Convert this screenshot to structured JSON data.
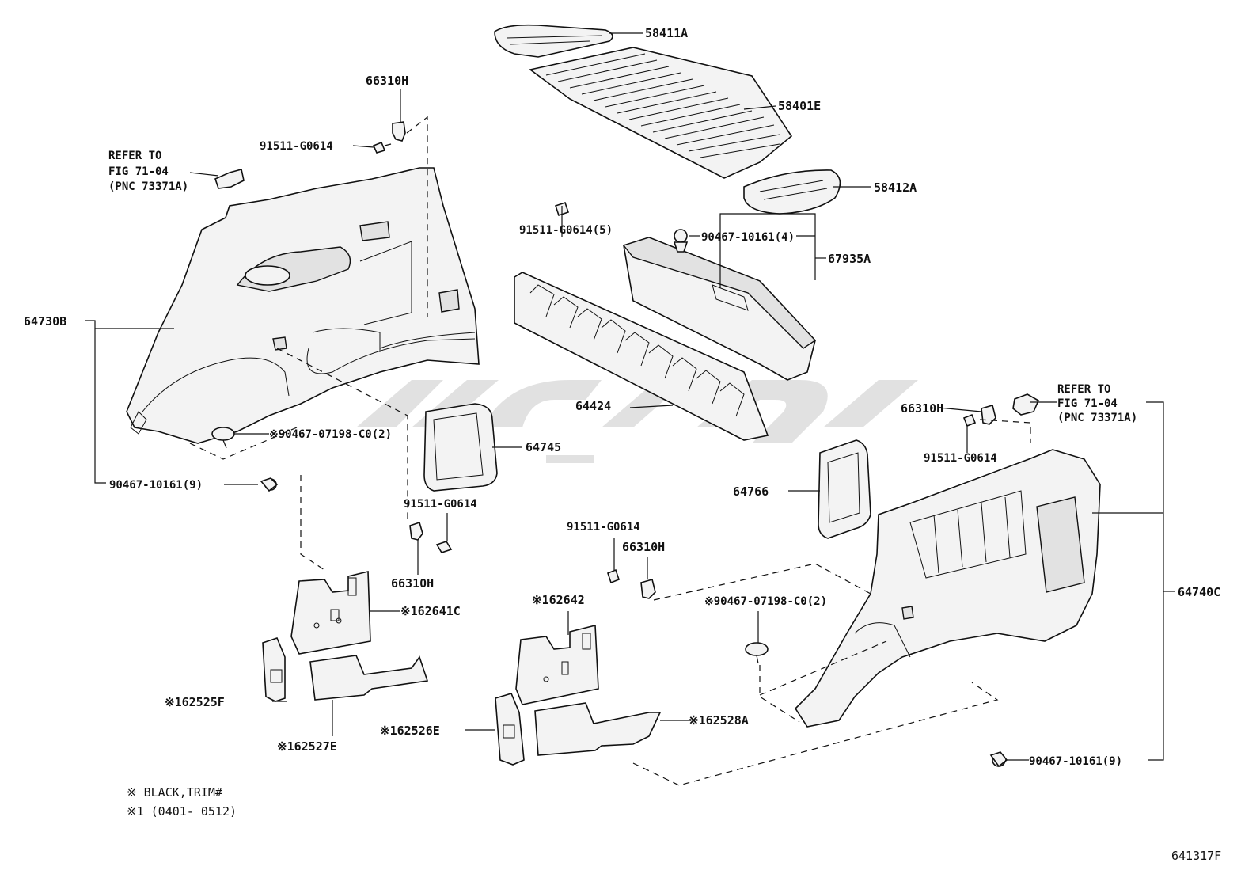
{
  "labels": {
    "p58411A": "58411A",
    "p58401E": "58401E",
    "p58412A": "58412A",
    "p66310H_top": "66310H",
    "p91511_top": "91511-G0614",
    "refer_left_1": "REFER TO",
    "refer_left_2": "FIG 71-04",
    "refer_left_3": "(PNC 73371A)",
    "p91511_5": "91511-G0614(5)",
    "p90467_4": "90467-10161(4)",
    "p67935A": "67935A",
    "p64730B": "64730B",
    "p64424": "64424",
    "p66310H_right": "66310H",
    "refer_right_1": "REFER TO",
    "refer_right_2": "FIG 71-04",
    "refer_right_3": "(PNC 73371A)",
    "p90467_07198_left": "※90467-07198-C0(2)",
    "p64745": "64745",
    "p91511_right": "91511-G0614",
    "p90467_9_left": "90467-10161(9)",
    "p91511_mid": "91511-G0614",
    "p64766": "64766",
    "p91511_low": "91511-G0614",
    "p66310H_low": "66310H",
    "p66310H_mid": "66310H",
    "p64740C": "64740C",
    "p162641C": "※162641C",
    "p162642": "※162642",
    "p90467_07198_right": "※90467-07198-C0(2)",
    "p162525F": "※162525F",
    "p162528A": "※162528A",
    "p162526E": "※162526E",
    "p162527E": "※162527E",
    "p90467_9_right": "90467-10161(9)",
    "note1": "※      BLACK,TRIM#",
    "note2": "※1 (0401- 0512)",
    "fig_code": "641317F"
  }
}
